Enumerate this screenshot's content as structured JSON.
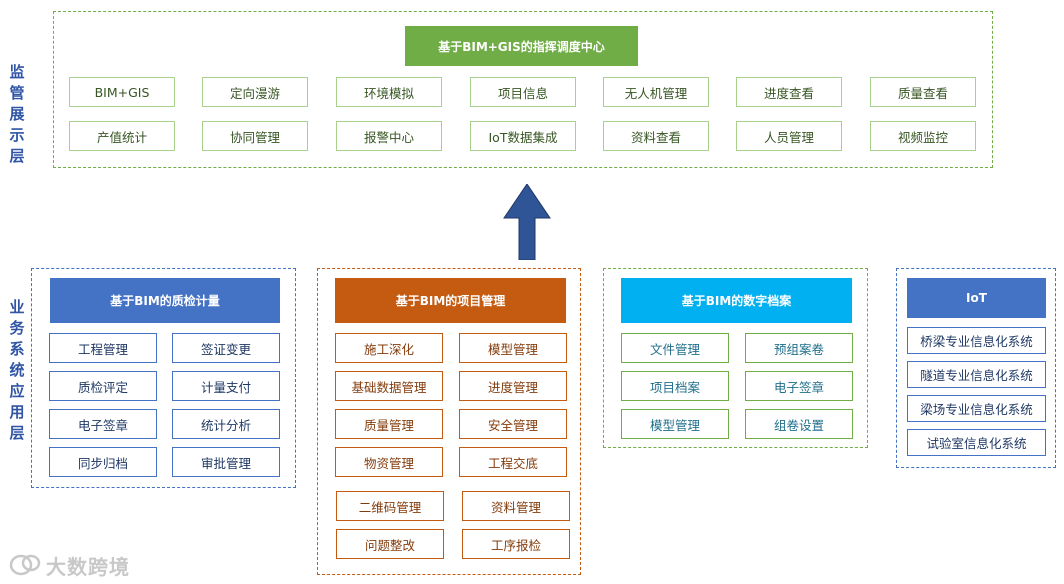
{
  "top": {
    "side_label": [
      "监",
      "管",
      "展",
      "示",
      "层"
    ],
    "title": "基于BIM+GIS的指挥调度中心",
    "row1": [
      "BIM+GIS",
      "定向漫游",
      "环境模拟",
      "项目信息",
      "无人机管理",
      "进度查看",
      "质量查看"
    ],
    "row2": [
      "产值统计",
      "协同管理",
      "报警中心",
      "IoT数据集成",
      "资料查看",
      "人员管理",
      "视频监控"
    ]
  },
  "bottom_side_label": [
    "业",
    "务",
    "系",
    "统",
    "应",
    "用",
    "层"
  ],
  "quality": {
    "title": "基于BIM的质检计量",
    "items": [
      "工程管理",
      "签证变更",
      "质检评定",
      "计量支付",
      "电子签章",
      "统计分析",
      "同步归档",
      "审批管理"
    ]
  },
  "project": {
    "title": "基于BIM的项目管理",
    "items": [
      "施工深化",
      "模型管理",
      "基础数据管理",
      "进度管理",
      "质量管理",
      "安全管理",
      "物资管理",
      "工程交底",
      "二维码管理",
      "资料管理",
      "问题整改",
      "工序报检"
    ]
  },
  "archive": {
    "title": "基于BIM的数字档案",
    "items": [
      "文件管理",
      "预组案卷",
      "项目档案",
      "电子签章",
      "模型管理",
      "组卷设置"
    ]
  },
  "iot": {
    "title": "IoT",
    "items": [
      "桥梁专业信息化系统",
      "隧道专业信息化系统",
      "梁场专业信息化系统",
      "试验室信息化系统"
    ]
  },
  "watermark": "大数跨境",
  "colors": {
    "green_header": "#70ad47",
    "blue_header": "#4472c4",
    "orange_header": "#c55a11",
    "cyan_header": "#00b0f0",
    "arrow": "#2f5597"
  }
}
